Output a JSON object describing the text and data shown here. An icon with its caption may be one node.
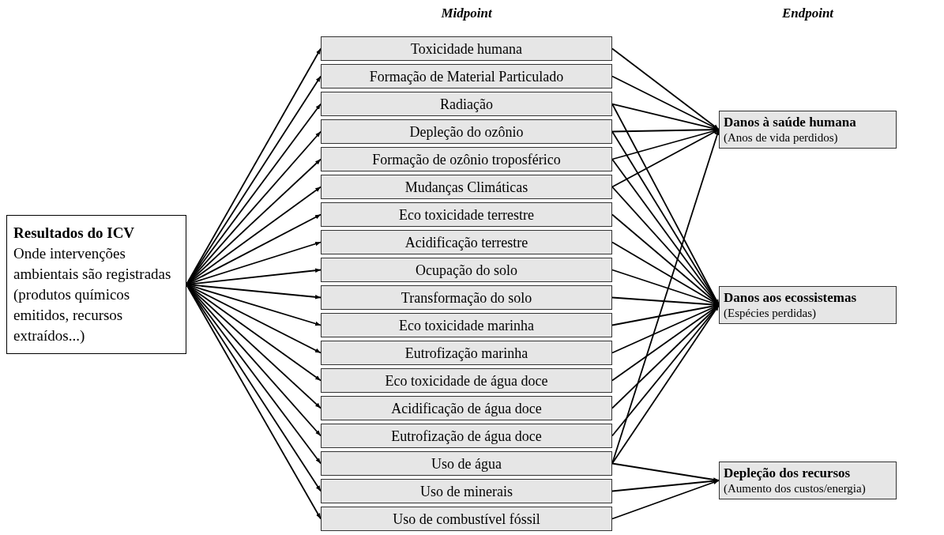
{
  "diagram": {
    "nodes": [
      {
        "text": [
          "Resultados do ICV",
          "Onde intervenções ambientais são registradas (produtos químicos emitidos, recursos extraídos...)"
        ]
      },
      {
        "text": [
          "Toxicidade humana"
        ]
      },
      {
        "text": [
          "Formação de Material Particulado"
        ]
      },
      {
        "text": [
          "Radiação"
        ]
      },
      {
        "text": [
          "Depleção do ozônio"
        ]
      },
      {
        "text": [
          "Formação de ozônio troposférico"
        ]
      },
      {
        "text": [
          "Mudanças Climáticas"
        ]
      },
      {
        "text": [
          "Eco toxicidade terrestre"
        ]
      },
      {
        "text": [
          "Acidificação terrestre"
        ]
      },
      {
        "text": [
          "Ocupação do solo"
        ]
      },
      {
        "text": [
          "Transformação do solo"
        ]
      },
      {
        "text": [
          "Eco toxicidade marinha"
        ]
      },
      {
        "text": [
          "Eutrofização marinha"
        ]
      },
      {
        "text": [
          "Eco toxicidade de água doce"
        ]
      },
      {
        "text": [
          "Acidificação de água doce"
        ]
      },
      {
        "text": [
          "Eutrofização de água doce"
        ]
      },
      {
        "text": [
          "Uso de água"
        ]
      },
      {
        "text": [
          "Uso de minerais"
        ]
      },
      {
        "text": [
          "Uso de combustível fóssil"
        ]
      },
      {
        "text": [
          "Danos à saúde humana",
          "(Anos de vida perdidos)"
        ]
      },
      {
        "text": [
          "Danos aos ecossistemas",
          "(Espécies perdidas)"
        ]
      },
      {
        "text": [
          "Depleção dos recursos",
          "(Aumento dos custos/energia)"
        ]
      }
    ],
    "edges": [
      {
        "from": 0,
        "to": 1,
        "arrow": "to"
      },
      {
        "from": 0,
        "to": 2,
        "arrow": "to"
      },
      {
        "from": 0,
        "to": 3,
        "arrow": "to"
      },
      {
        "from": 0,
        "to": 4,
        "arrow": "to"
      },
      {
        "from": 0,
        "to": 5,
        "arrow": "to"
      },
      {
        "from": 0,
        "to": 6,
        "arrow": "to"
      },
      {
        "from": 0,
        "to": 7,
        "arrow": "to"
      },
      {
        "from": 0,
        "to": 8,
        "arrow": "to"
      },
      {
        "from": 0,
        "to": 9,
        "arrow": "to"
      },
      {
        "from": 0,
        "to": 10,
        "arrow": "to"
      },
      {
        "from": 0,
        "to": 11,
        "arrow": "to"
      },
      {
        "from": 0,
        "to": 12,
        "arrow": "to"
      },
      {
        "from": 0,
        "to": 13,
        "arrow": "to"
      },
      {
        "from": 0,
        "to": 14,
        "arrow": "to"
      },
      {
        "from": 0,
        "to": 15,
        "arrow": "to"
      },
      {
        "from": 0,
        "to": 16,
        "arrow": "to"
      },
      {
        "from": 0,
        "to": 17,
        "arrow": "to"
      },
      {
        "from": 0,
        "to": 18,
        "arrow": "to"
      },
      {
        "from": 1,
        "to": 19,
        "arrow": "to"
      },
      {
        "from": 2,
        "to": 19,
        "arrow": "to"
      },
      {
        "from": 3,
        "to": 19,
        "arrow": "to"
      },
      {
        "from": 4,
        "to": 19,
        "arrow": "to"
      },
      {
        "from": 5,
        "to": 19,
        "arrow": "to"
      },
      {
        "from": 6,
        "to": 19,
        "arrow": "to"
      },
      {
        "from": 16,
        "to": 19,
        "arrow": "to"
      },
      {
        "from": 3,
        "to": 20,
        "arrow": "to"
      },
      {
        "from": 4,
        "to": 20,
        "arrow": "to"
      },
      {
        "from": 5,
        "to": 20,
        "arrow": "to"
      },
      {
        "from": 6,
        "to": 20,
        "arrow": "to"
      },
      {
        "from": 7,
        "to": 20,
        "arrow": "to"
      },
      {
        "from": 8,
        "to": 20,
        "arrow": "to"
      },
      {
        "from": 9,
        "to": 20,
        "arrow": "to"
      },
      {
        "from": 10,
        "to": 20,
        "arrow": "to"
      },
      {
        "from": 11,
        "to": 20,
        "arrow": "to"
      },
      {
        "from": 12,
        "to": 20,
        "arrow": "to"
      },
      {
        "from": 13,
        "to": 20,
        "arrow": "to"
      },
      {
        "from": 14,
        "to": 20,
        "arrow": "to"
      },
      {
        "from": 15,
        "to": 20,
        "arrow": "to"
      },
      {
        "from": 16,
        "to": 20,
        "arrow": "to"
      },
      {
        "from": 16,
        "to": 21,
        "arrow": "to"
      },
      {
        "from": 17,
        "to": 21,
        "arrow": "to"
      },
      {
        "from": 18,
        "to": 21,
        "arrow": "to"
      }
    ],
    "labels": [
      "Midpoint",
      "Endpoint"
    ]
  }
}
